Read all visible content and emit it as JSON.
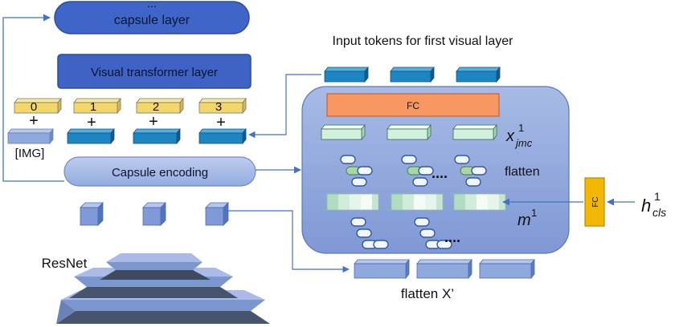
{
  "labels": {
    "ellipsis_top": "...",
    "capsule_layer": "capsule layer",
    "visual_transformer_layer": "Visual transformer  layer",
    "input_tokens_title": "Input tokens for first visual layer",
    "token_index_0": "0",
    "token_index_1": "1",
    "token_index_2": "2",
    "token_index_3": "3",
    "plus": "+",
    "img_token": "[IMG]",
    "capsule_encoding": "Capsule encoding",
    "fc_main": "FC",
    "fc_side": "FC",
    "x_var": "x",
    "x_sup": "1",
    "x_sub": "jmc",
    "flatten": "flatten",
    "m_var": "m",
    "m_sup": "1",
    "h_var": "h",
    "h_sup": "1",
    "h_sub": "cls",
    "dots_mid": "....",
    "dots_low": "....",
    "resnet": "ResNet",
    "flatten_x": "flatten X’"
  },
  "colors": {
    "dark_blue": "#3d63c4",
    "light_blue_block": "#8fa9dc",
    "teal_block": "#1b86c2",
    "yellow_block": "#f5d66b",
    "orange_fc": "#f79761",
    "gold_fc": "#f2b705",
    "mint_block": "#d2f0dc",
    "panel_fill": "#9db2e1"
  }
}
